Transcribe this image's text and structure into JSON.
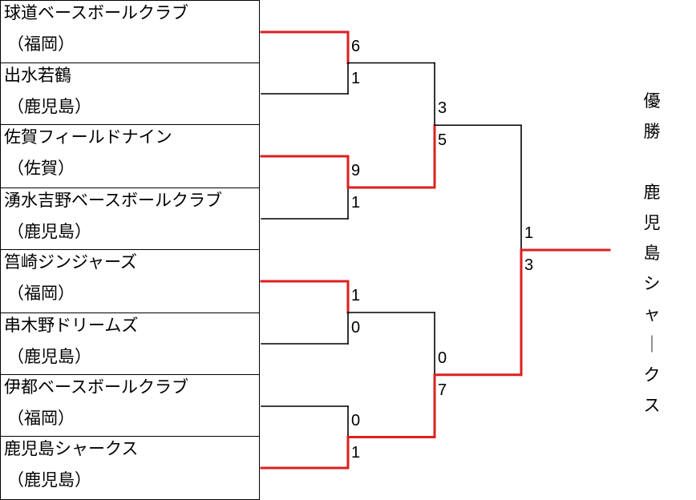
{
  "colors": {
    "winner": "#dd1f1f",
    "loser": "#000000"
  },
  "teams": [
    {
      "name": "球道ベースボールクラブ",
      "region": "（福岡）"
    },
    {
      "name": "出水若鶴",
      "region": "（鹿児島）"
    },
    {
      "name": "佐賀フィールドナイン",
      "region": "（佐賀）"
    },
    {
      "name": "湧水吉野ベースボールクラブ",
      "region": "（鹿児島）"
    },
    {
      "name": "筥崎ジンジャーズ",
      "region": "（福岡）"
    },
    {
      "name": "串木野ドリームズ",
      "region": "（鹿児島）"
    },
    {
      "name": "伊都ベースボールクラブ",
      "region": "（福岡）"
    },
    {
      "name": "鹿児島シャークス",
      "region": "（鹿児島）"
    }
  ],
  "round1": [
    {
      "scores": [
        "6",
        "1"
      ],
      "winner": 0
    },
    {
      "scores": [
        "9",
        "1"
      ],
      "winner": 0
    },
    {
      "scores": [
        "1",
        "0"
      ],
      "winner": 0
    },
    {
      "scores": [
        "0",
        "1"
      ],
      "winner": 1
    }
  ],
  "semifinal": [
    {
      "scores": [
        "3",
        "5"
      ],
      "winner": 1
    },
    {
      "scores": [
        "0",
        "7"
      ],
      "winner": 1
    }
  ],
  "final": {
    "scores": [
      "1",
      "3"
    ],
    "winner": 1
  },
  "champion": {
    "label": "優勝",
    "team": "鹿児島シャークス"
  }
}
